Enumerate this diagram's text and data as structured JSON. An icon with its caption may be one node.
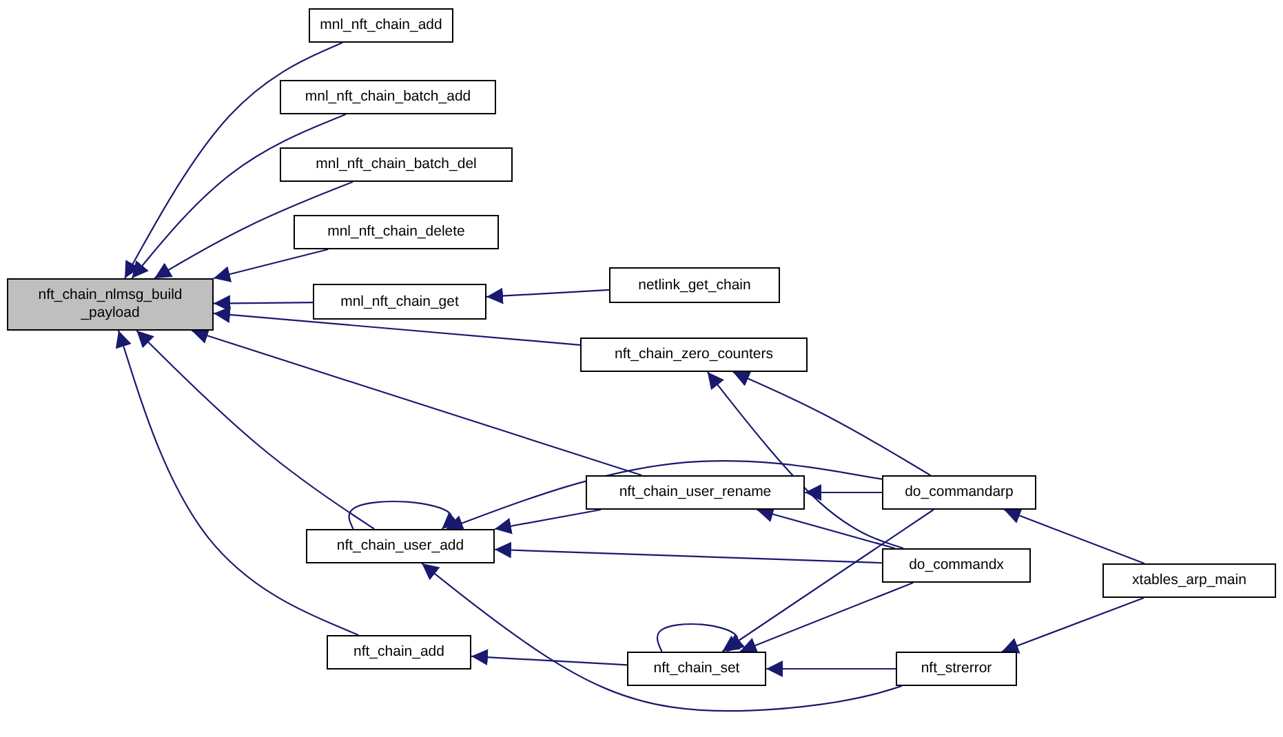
{
  "diagram": {
    "nodes": [
      {
        "text": [
          "nft_chain_nlmsg_build _payload"
        ]
      },
      {
        "text": [
          "mnl_nft_chain_add"
        ]
      },
      {
        "text": [
          "mnl_nft_chain_batch_add"
        ]
      },
      {
        "text": [
          "mnl_nft_chain_batch_del"
        ]
      },
      {
        "text": [
          "mnl_nft_chain_delete"
        ]
      },
      {
        "text": [
          "mnl_nft_chain_get"
        ]
      },
      {
        "text": [
          "netlink_get_chain"
        ]
      },
      {
        "text": [
          "nft_chain_zero_counters"
        ]
      },
      {
        "text": [
          "nft_chain_user_rename"
        ]
      },
      {
        "text": [
          "do_commandarp"
        ]
      },
      {
        "text": [
          "nft_chain_user_add"
        ]
      },
      {
        "text": [
          "do_commandx"
        ]
      },
      {
        "text": [
          "xtables_arp_main"
        ]
      },
      {
        "text": [
          "nft_chain_add"
        ]
      },
      {
        "text": [
          "nft_chain_set"
        ]
      },
      {
        "text": [
          "nft_strerror"
        ]
      }
    ],
    "edges": [
      {
        "from": 1,
        "to": 0,
        "arrow": "to"
      },
      {
        "from": 2,
        "to": 0,
        "arrow": "to"
      },
      {
        "from": 3,
        "to": 0,
        "arrow": "to"
      },
      {
        "from": 4,
        "to": 0,
        "arrow": "to"
      },
      {
        "from": 5,
        "to": 0,
        "arrow": "to"
      },
      {
        "from": 7,
        "to": 0,
        "arrow": "to"
      },
      {
        "from": 8,
        "to": 0,
        "arrow": "to"
      },
      {
        "from": 10,
        "to": 0,
        "arrow": "to"
      },
      {
        "from": 13,
        "to": 0,
        "arrow": "to"
      },
      {
        "from": 6,
        "to": 5,
        "arrow": "to"
      },
      {
        "from": 9,
        "to": 7,
        "arrow": "to"
      },
      {
        "from": 11,
        "to": 7,
        "arrow": "to"
      },
      {
        "from": 9,
        "to": 8,
        "arrow": "to"
      },
      {
        "from": 11,
        "to": 8,
        "arrow": "to"
      },
      {
        "from": 8,
        "to": 10,
        "arrow": "to"
      },
      {
        "from": 9,
        "to": 10,
        "arrow": "to"
      },
      {
        "from": 11,
        "to": 10,
        "arrow": "to"
      },
      {
        "from": 10,
        "to": 10,
        "arrow": "to"
      },
      {
        "from": 15,
        "to": 10,
        "arrow": "to"
      },
      {
        "from": 14,
        "to": 13,
        "arrow": "to"
      },
      {
        "from": 9,
        "to": 14,
        "arrow": "to"
      },
      {
        "from": 11,
        "to": 14,
        "arrow": "to"
      },
      {
        "from": 14,
        "to": 14,
        "arrow": "to"
      },
      {
        "from": 15,
        "to": 14,
        "arrow": "to"
      },
      {
        "from": 12,
        "to": 9,
        "arrow": "to"
      },
      {
        "from": 12,
        "to": 15,
        "arrow": "to"
      }
    ]
  }
}
